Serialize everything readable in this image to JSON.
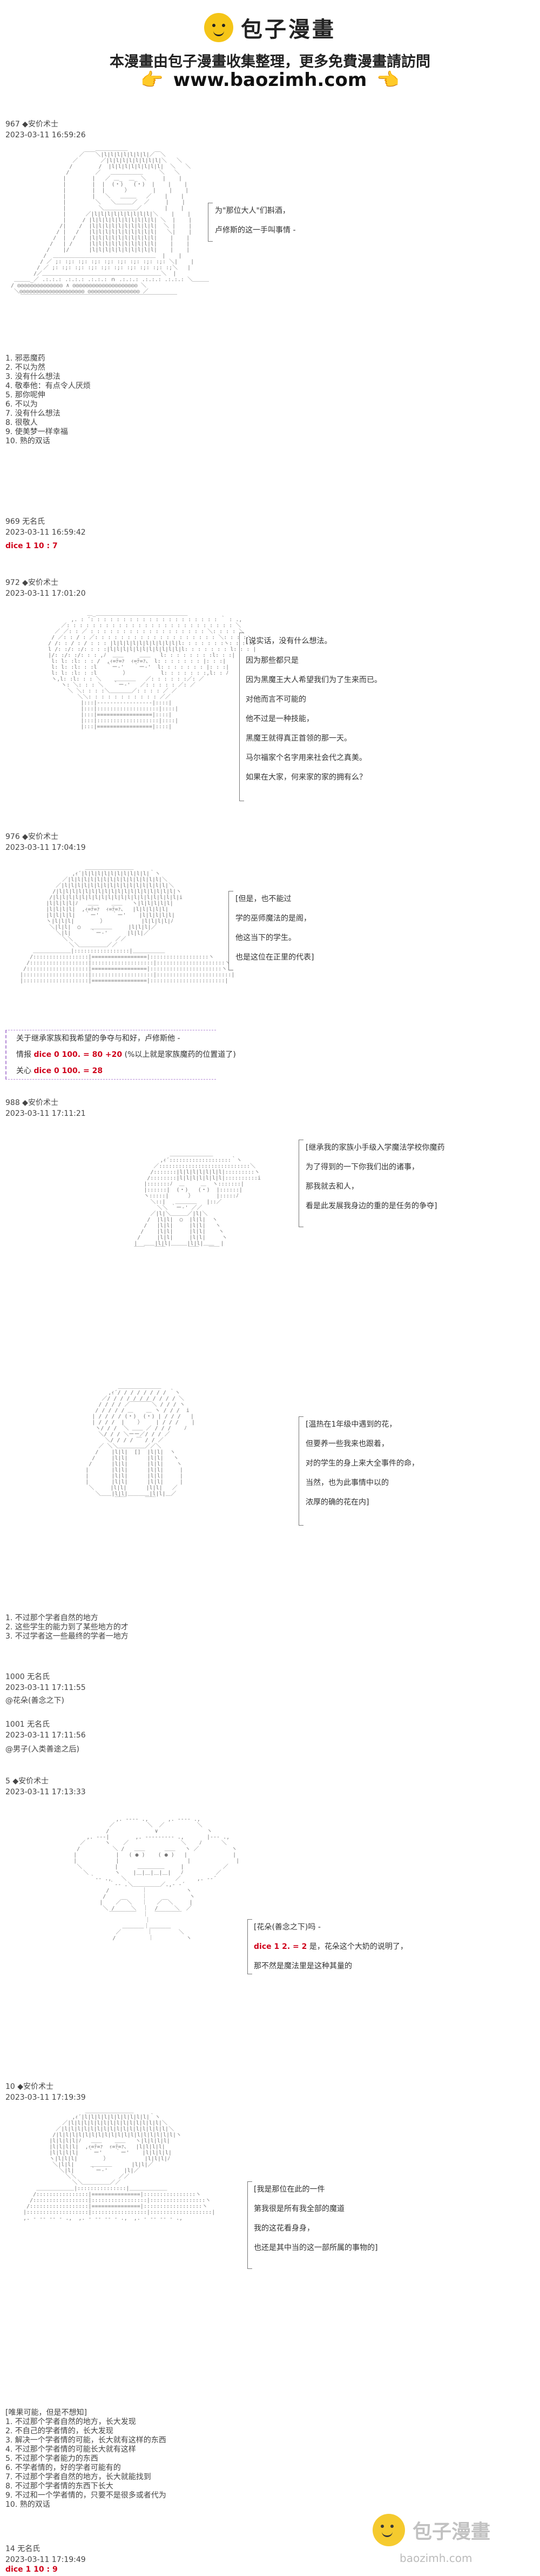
{
  "header": {
    "logo_text": "包子漫畫",
    "notice": "本漫畫由包子漫畫收集整理，更多免費漫畫請訪問",
    "site": "www.baozimh.com",
    "hand_left": "👉",
    "hand_right": "👈"
  },
  "posts": [
    {
      "id": "967 ◆安价术士",
      "time": "2023-03-11 16:59:26"
    },
    {
      "id": "969 无名氏",
      "time": "2023-03-11 16:59:42"
    },
    {
      "id": "972 ◆安价术士",
      "time": "2023-03-11 17:01:20"
    },
    {
      "id": "976 ◆安价术士",
      "time": "2023-03-11 17:04:19"
    },
    {
      "id": "988 ◆安价术士",
      "time": "2023-03-11 17:11:21"
    },
    {
      "id": "1000 无名氏",
      "time": "2023-03-11 17:11:55"
    },
    {
      "id": "1001 无名氏",
      "time": "2023-03-11 17:11:56"
    },
    {
      "id": "5 ◆安价术士",
      "time": "2023-03-11 17:13:33"
    },
    {
      "id": "10 ◆安价术士",
      "time": "2023-03-11 17:19:39"
    },
    {
      "id": "14 无名氏",
      "time": "2023-03-11 17:19:49"
    }
  ],
  "bubble1": [
    "为\"那位大人\"们斟酒，",
    "卢修斯的这一手叫事情 -"
  ],
  "choices1": [
    "1. 邪恶魔药",
    "2. 不以为然",
    "3. 没有什么想法",
    "4. 敬奉他：有点令人厌烦",
    "5. 那你呢伸",
    "6. 不以为",
    "7. 没有什么想法",
    "8. 很敬人",
    "9. 使美梦一样幸福",
    "10. 熟的双话"
  ],
  "dice1": {
    "prefix": "dice 1 10 ",
    "value": ": 7"
  },
  "bubble2": [
    "[说实话，没有什么想法。",
    "因为那些都只是",
    "因为黑魔王大人希望我们为了生来而已。",
    "对他而言不可能的",
    "他不过是一种技能，",
    "黑魔王就得真正首领的那一天。",
    "马尔福家个名字用来社会代之真美。",
    "如果在大家，何来家的家的拥有么？"
  ],
  "bubble3": [
    "[但是，也不能过",
    "学的巫师魔法的是阁，",
    "他这当下的学生。",
    "也是这位在正里的代表]"
  ],
  "boxed": {
    "line1": "关于继承家族和我希望的争夺与和好，卢修斯他 -",
    "line2_prefix": "情报 ",
    "line2_dice": "dice 0 100. = 80 +20",
    "line2_suffix": " (%以上就是家族魔药的位置道了)",
    "line3_prefix": "关心 ",
    "line3_dice": "dice 0 100. = 28"
  },
  "bubble4": [
    "[继承我的家族小手级入学魔法学校你魔药",
    "为了得到的一下你我们出的诸事，",
    "那我就去和人，",
    "看是此发展我身边的重的是任务的争夺]"
  ],
  "bubble5": [
    "[温热在1年级中遇到的花，",
    "但要养一些我来也跟着，",
    "对的学生的身上来大全事件的命，",
    "当然，也为此事情中以的",
    "浓厚的确的花在内]"
  ],
  "choices2": [
    "1. 不过那个学者自然的地方",
    "2. 这些学生的能力到了某些地方的才",
    "3. 不过学者这一些最终的学者一地方"
  ],
  "reply1000": "@花朵(善念之下)",
  "reply1001": "@男子(入类善途之后)",
  "bubble6": {
    "line1": "[花朵(善念之下)吗 -",
    "dice": "dice 1 2. = 2",
    "line2_suffix": " 是，花朵这个大奶的说明了，",
    "line3": "那不然是魔法里是这种其量的"
  },
  "bubble7": [
    "[我是那位在此的一件",
    "第我很是所有我全部的魔道",
    "我的这花看身身，",
    "也还是其中当的这一部所属的事物的]"
  ],
  "choices3_title": "[唯果可能，但是不想知]",
  "choices3": [
    "1. 不过那个学者自然的地方，长大发现",
    "2. 不自己的学者情的，长大发现",
    "3. 解决一个学者情的可能，长大就有这样的东西",
    "4. 不过那个学者情的可能长大就有这样",
    "5. 不过那个学者能力的东西",
    "6. 不学者情的，好的学者可能有的",
    "7. 不过那个学者自然的地方，长大就能找到",
    "8. 不过那个学者情的东西下长大",
    "9. 不过和一个学者情的，只要不是很多或者代为",
    "10. 熟的双话"
  ],
  "dice2": {
    "prefix": "dice 1 10 ",
    "value": ": 9"
  },
  "footer": {
    "logo_text": "包子漫畫",
    "site": "baozimh.com"
  }
}
